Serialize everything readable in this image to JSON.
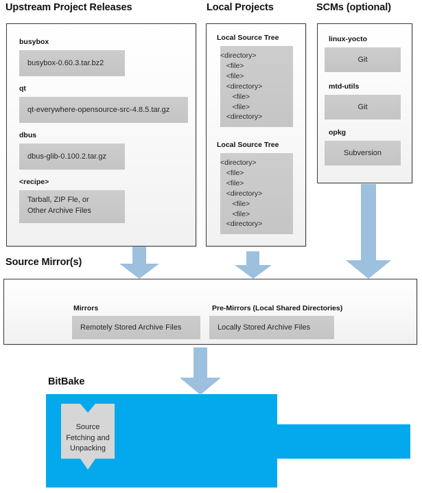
{
  "diagram": {
    "title": "BitBake Source Fetching and Unpacking",
    "colors": {
      "arrow": "#9CC0DE",
      "bitbake": "#04A9ED",
      "box_gray": "#C9C9C9",
      "panel_border": "#3A3A3A",
      "text": "#1A1A1A"
    }
  },
  "sections": {
    "upstream": {
      "heading": "Upstream Project Releases",
      "entries": [
        {
          "label": "busybox",
          "value": "busybox-0.60.3.tar.bz2"
        },
        {
          "label": "qt",
          "value": "qt-everywhere-opensource-src-4.8.5.tar.gz"
        },
        {
          "label": "dbus",
          "value": "dbus-glib-0.100.2.tar.gz"
        },
        {
          "label": "<recipe>",
          "value_line1": "Tarball, ZIP Fle, or",
          "value_line2": "Other Archive Files"
        }
      ]
    },
    "local_projects": {
      "heading": "Local Projects",
      "trees": [
        {
          "label": "Local Source Tree",
          "lines": [
            "<directory>",
            "   <file>",
            "   <file>",
            "   <directory>",
            "      <file>",
            "      <file>",
            "   <directory>"
          ]
        },
        {
          "label": "Local Source Tree",
          "lines": [
            "<directory>",
            "   <file>",
            "   <file>",
            "   <directory>",
            "      <file>",
            "      <file>",
            "   <directory>"
          ]
        }
      ]
    },
    "scms": {
      "heading": "SCMs (optional)",
      "entries": [
        {
          "label": "linux-yocto",
          "value": "Git"
        },
        {
          "label": "mtd-utils",
          "value": "Git"
        },
        {
          "label": "opkg",
          "value": "Subversion"
        }
      ]
    },
    "source_mirrors": {
      "heading": "Source Mirror(s)",
      "entries": [
        {
          "label": "Mirrors",
          "value": "Remotely Stored Archive Files"
        },
        {
          "label": "Pre-Mirrors (Local Shared Directories)",
          "value": "Locally Stored Archive Files"
        }
      ]
    },
    "bitbake": {
      "heading": "BitBake",
      "callout": {
        "line1": "Source",
        "line2": "Fetching and",
        "line3": "Unpacking"
      }
    }
  },
  "arrows": [
    {
      "name": "arrow-upstream-to-mirrors"
    },
    {
      "name": "arrow-local-projects-to-mirrors"
    },
    {
      "name": "arrow-scms-to-mirrors"
    },
    {
      "name": "arrow-mirrors-to-bitbake"
    }
  ]
}
